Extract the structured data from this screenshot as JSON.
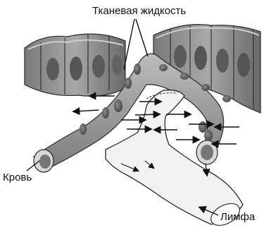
{
  "labels": {
    "tissue_fluid": "Тканевая жидкость",
    "blood": "Кровь",
    "lymph": "Лимфа"
  },
  "colors": {
    "cell_fill": "#9a9a9a",
    "cell_dark": "#6e6e6e",
    "vessel_fill": "#a3a3a3",
    "lymph_fill": "#f2f2f2",
    "outline": "#2a2a2a"
  }
}
